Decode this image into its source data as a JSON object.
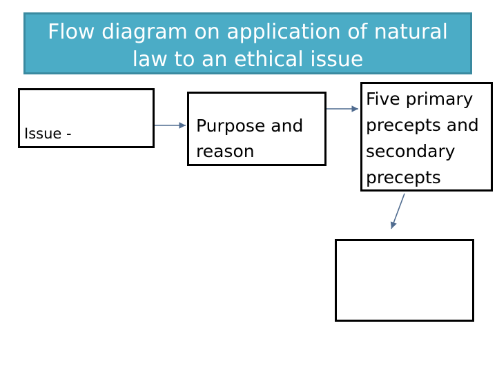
{
  "title": {
    "line1": "Flow diagram on application of natural",
    "line2": "law to an ethical issue"
  },
  "nodes": {
    "issue": "Issue -",
    "purpose": {
      "line1": "Purpose and",
      "line2": "reason"
    },
    "precepts": {
      "line1": "Five primary",
      "line2": "precepts and",
      "line3": "secondary",
      "line4": "precepts"
    },
    "outcome": ""
  },
  "colors": {
    "title_fill": "#4bacc6",
    "title_border": "#3a8aa0",
    "arrow": "#4f6b8f"
  }
}
